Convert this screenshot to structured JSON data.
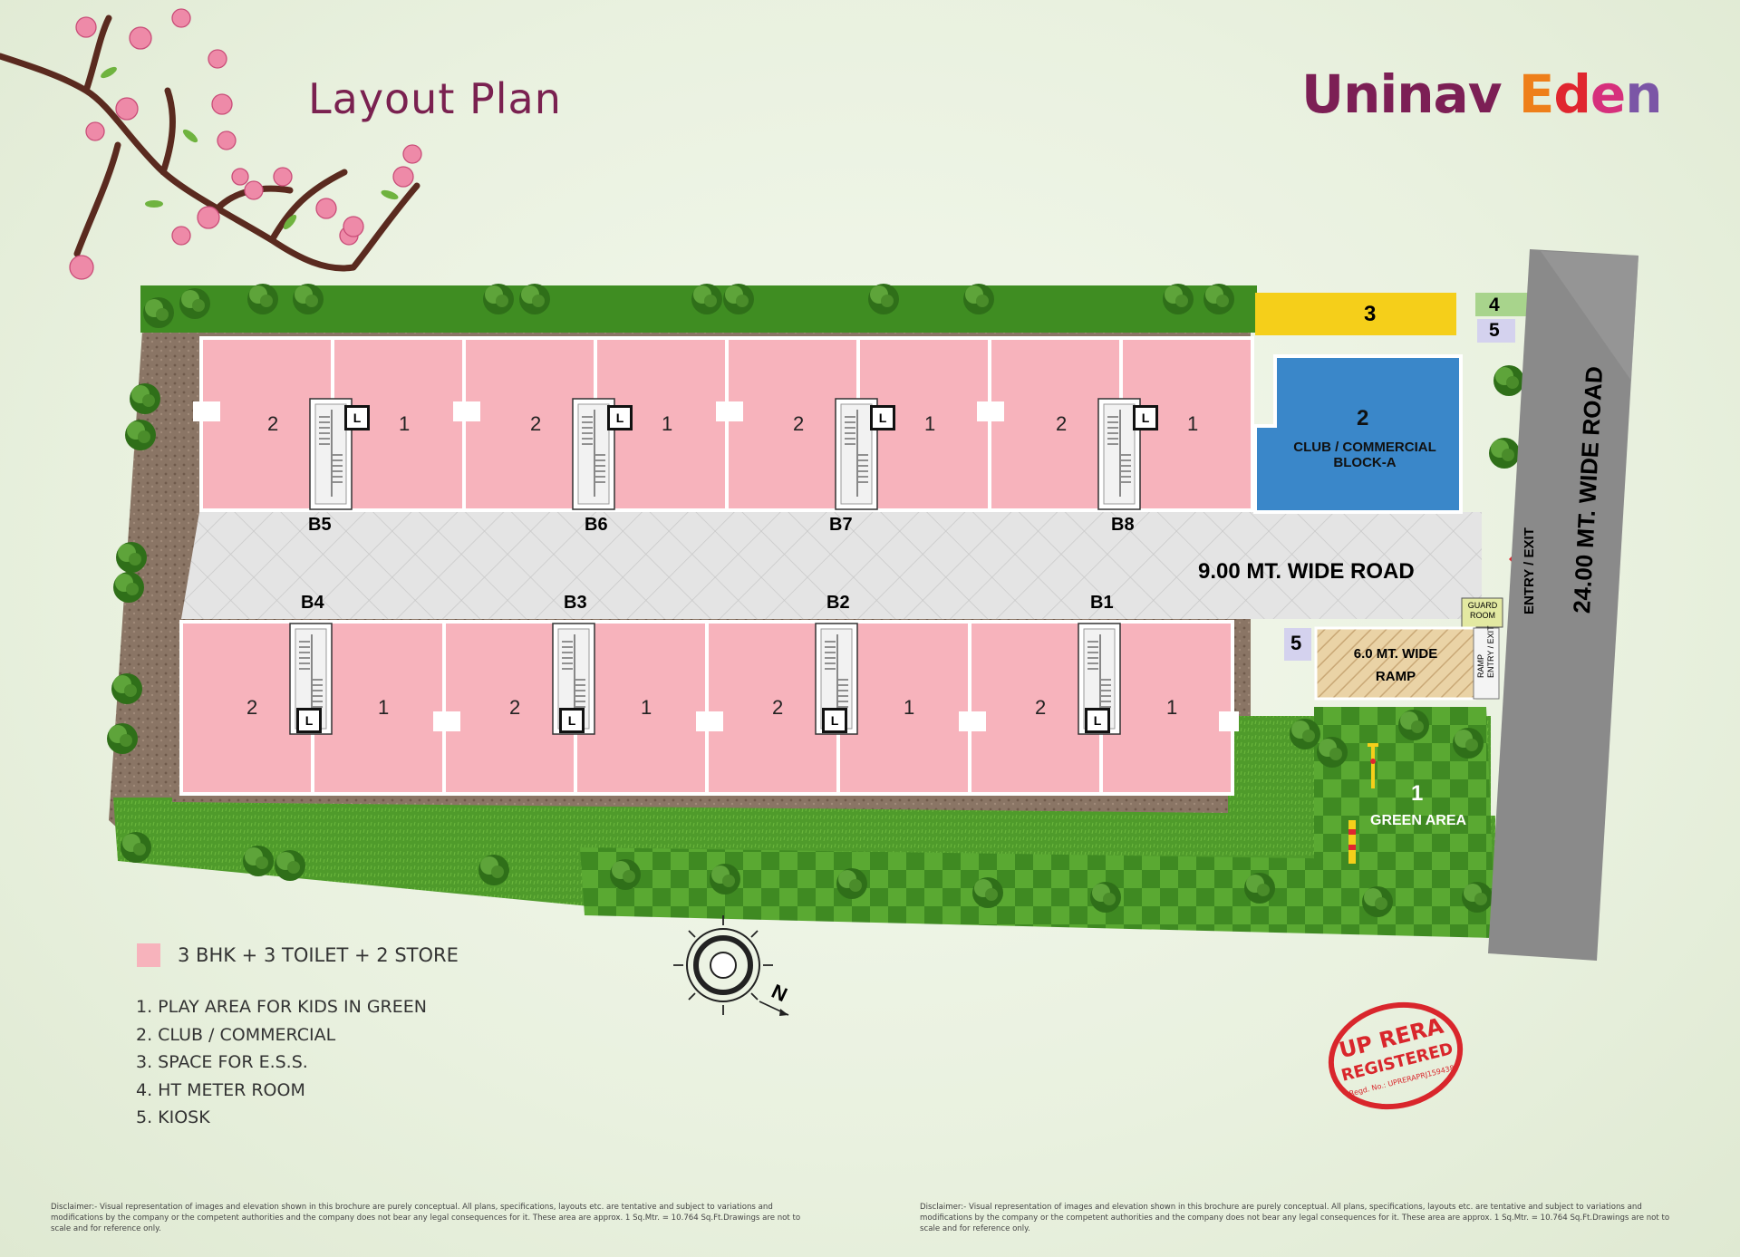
{
  "title": "Layout Plan",
  "brand": {
    "part1": "Uninav",
    "part2": "Eden",
    "letter_colors": [
      "#ee7f1a",
      "#e0262f",
      "#d6307c",
      "#7b56a6"
    ]
  },
  "plots": {
    "top_blocks": [
      "B5",
      "B6",
      "B7",
      "B8"
    ],
    "bottom_blocks": [
      "B4",
      "B3",
      "B2",
      "B1"
    ],
    "unit_labels": [
      "2",
      "1"
    ],
    "lift_label": "L"
  },
  "zones": {
    "ess": "3",
    "ht_meter": "4",
    "kiosk_top": "5",
    "kiosk_bottom": "5",
    "club_number": "2",
    "club_line1": "CLUB / COMMERCIAL",
    "club_line2": "BLOCK-A",
    "road_inner": "9.00 MT. WIDE ROAD",
    "road_main": "24.00 MT. WIDE ROAD",
    "entry_exit": "ENTRY / EXIT",
    "guard_line1": "GUARD",
    "guard_line2": "ROOM",
    "ramp_line1": "6.0 MT. WIDE",
    "ramp_line2": "RAMP",
    "ramp_side_1": "RAMP",
    "ramp_side_2": "ENTRY / EXIT",
    "green_number": "1",
    "green_label": "GREEN AREA"
  },
  "legend": {
    "unit_type": "3 BHK + 3 TOILET + 2 STORE",
    "unit_color": "#f7b3bc",
    "notes": [
      "1. PLAY AREA FOR KIDS IN GREEN",
      "2. CLUB / COMMERCIAL",
      "3. SPACE FOR E.S.S.",
      "4. HT METER ROOM",
      "5. KIOSK"
    ]
  },
  "compass": {
    "label": "N"
  },
  "rera": {
    "line1": "UP RERA",
    "line2": "REGISTERED",
    "line3": "Regd. No.: UPRERAPRJ159438"
  },
  "disclaimer": "Disclaimer:- Visual representation of images and elevation shown in this brochure are purely conceptual. All plans, specifications, layouts etc. are tentative and subject to variations and modifications by the company or the competent authorities and the company does not bear any legal consequences for it. These area are approx. 1 Sq.Mtr. = 10.764 Sq.Ft.Drawings are not to scale and for reference only.",
  "colors": {
    "unit_pink": "#f7b3bc",
    "club_blue": "#3a87c9",
    "ess_yellow": "#f5cf1a",
    "ht_green": "#a8d48c",
    "kiosk_lavender": "#d4d2ee",
    "road_grey": "#8a8a8a",
    "lawn_green": "#4e9a2a",
    "rera_red": "#d9262c"
  },
  "icons": [
    "cherry-blossom-branch-icon",
    "compass-rose-icon",
    "tree-icon",
    "swing-icon",
    "rera-seal-icon"
  ]
}
